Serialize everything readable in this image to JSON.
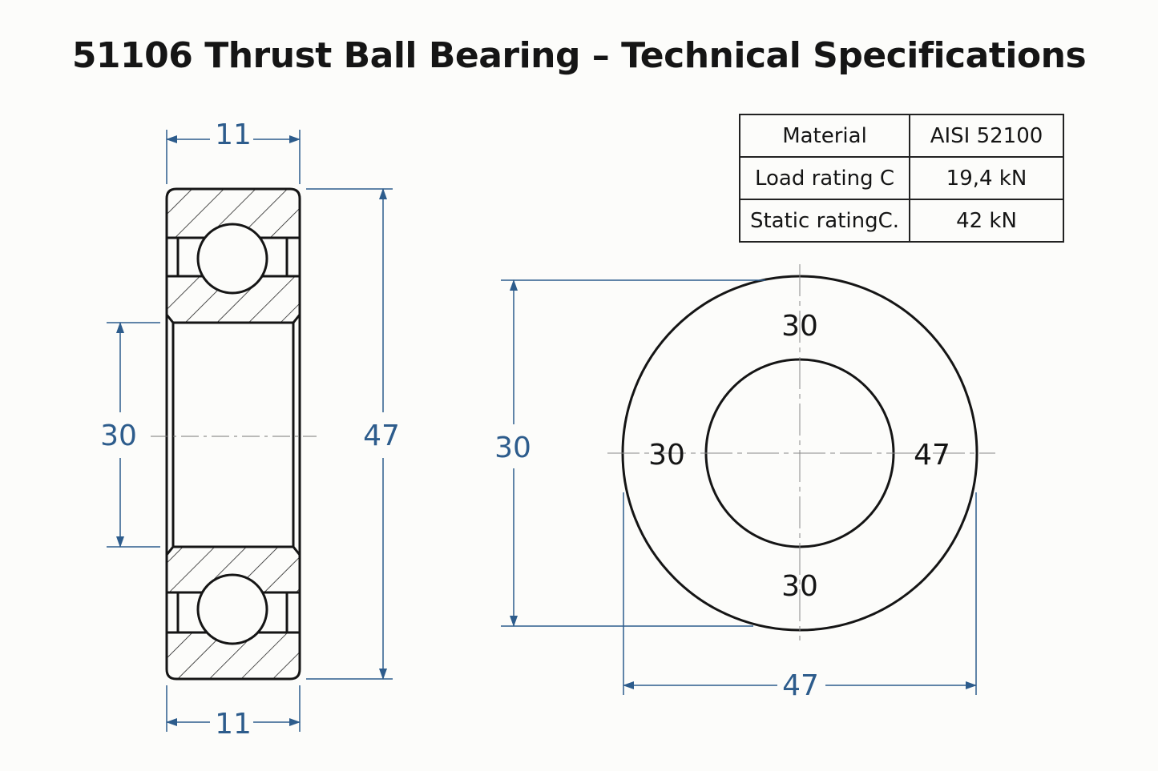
{
  "title": "51106 Thrust Ball Bearing – Technical Specifications",
  "colors": {
    "dimension": "#2d5c8c",
    "outline": "#151515"
  },
  "specs": [
    {
      "label": "Material",
      "value": "AISI 52100"
    },
    {
      "label": "Load rating C",
      "value": "19,4 kN"
    },
    {
      "label": "Static ratingC.",
      "value": "42 kN"
    }
  ],
  "section_view": {
    "width_top": "11",
    "width_bottom": "11",
    "bore": "30",
    "outer": "47"
  },
  "front_view": {
    "top": "30",
    "bottom": "30",
    "left": "30",
    "right": "47",
    "height_dim": "30",
    "width_dim": "47"
  }
}
